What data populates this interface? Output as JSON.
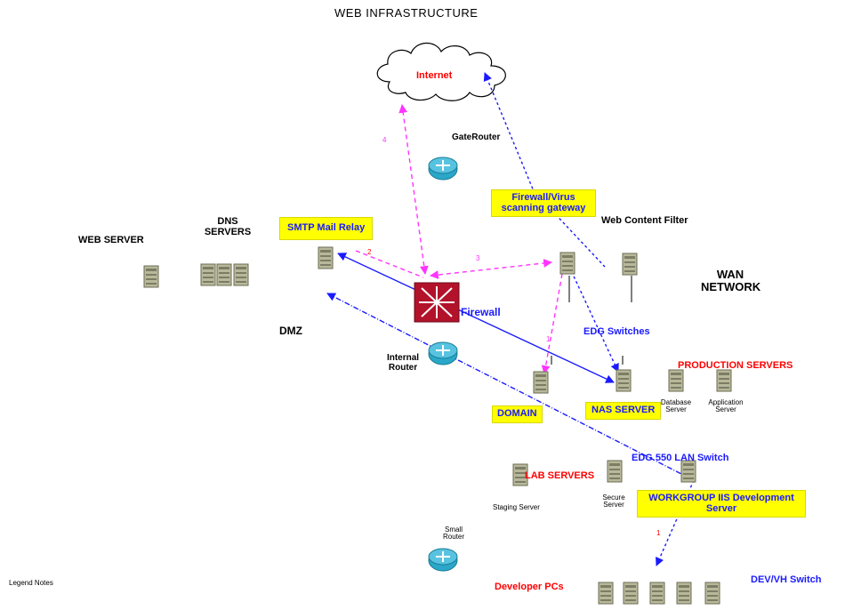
{
  "title": "WEB INFRASTRUCTURE",
  "labels": {
    "internet": "Internet",
    "gateway": "GateRouter",
    "fw_scan": "Firewall/Virus scanning gateway",
    "web_content_filter": "Web Content Filter",
    "smtp": "SMTP Mail Relay",
    "dns": "DNS SERVERS",
    "web_server": "WEB SERVER",
    "wan": "WAN NETWORK",
    "dmz": "DMZ",
    "firewall": "Firewall",
    "internal_router": "Internal Router",
    "edg_switch": "EDG Switches",
    "production": "PRODUCTION SERVERS",
    "domain": "DOMAIN",
    "nas": "NAS SERVER",
    "db_server": "Database Server",
    "app_server": "Application Server",
    "edg_lan": "EDG 550 LAN Switch",
    "lab_servers": "LAB SERVERS",
    "staging": "Staging Server",
    "secure": "Secure Server",
    "workgroup": "WORKGROUP IIS Development Server",
    "small_router": "Small Router",
    "dev_pcs": "Developer PCs",
    "dev_pcs_switch": "DEV/VH Switch",
    "legend": "Legend Notes"
  },
  "arrow_numbers": [
    "4",
    "3",
    "2",
    "1",
    "1"
  ],
  "colors": {
    "blue_link": "#1a1aff",
    "magenta_link": "#ff33ff",
    "highlight": "#ffff00",
    "server": "#b8b89a",
    "router": "#2aa7c9",
    "firewall": "#b3122b"
  }
}
